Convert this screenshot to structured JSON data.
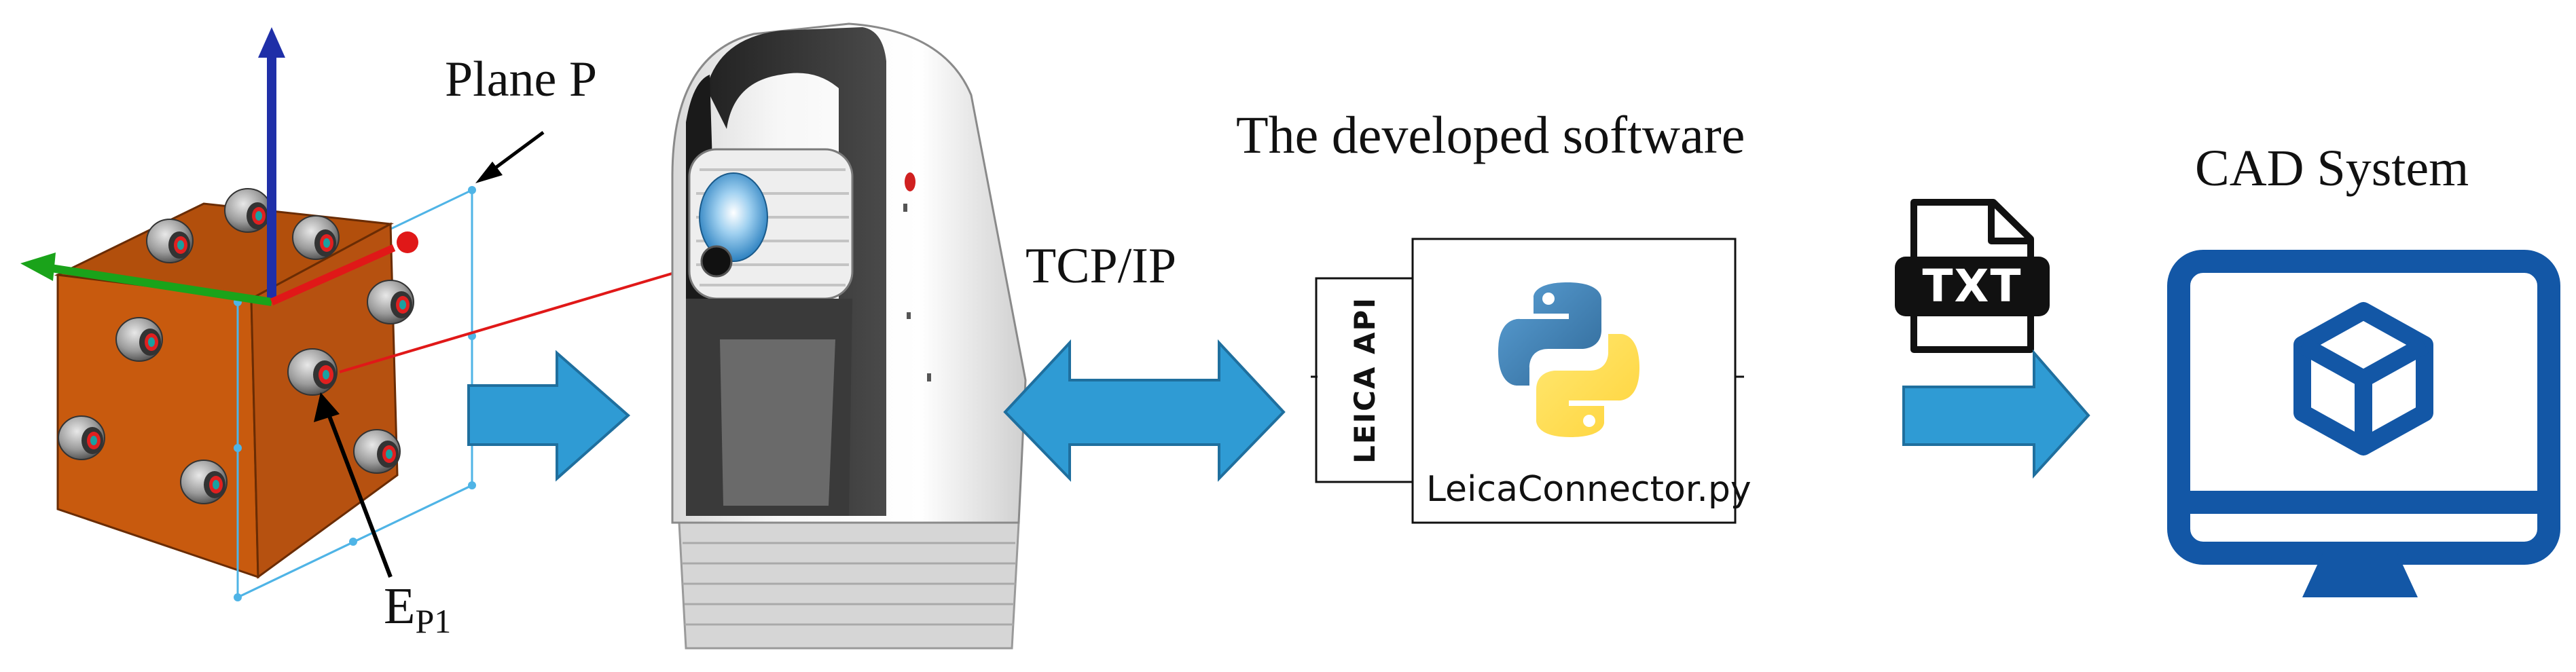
{
  "left_panel": {
    "plane_label": "Plane P",
    "point_label_main": "E",
    "point_label_sub": "P1"
  },
  "connection": {
    "protocol_label": "TCP/IP"
  },
  "software": {
    "title": "The developed software",
    "api_label": "LEICA API",
    "script_name": "LeicaConnector.py",
    "python_icon": "python-logo-icon"
  },
  "output": {
    "file_icon_text": "TXT",
    "file_icon": "txt-file-icon"
  },
  "cad": {
    "title": "CAD System",
    "icon": "monitor-cube-icon"
  },
  "colors": {
    "arrow_blue": "#2f9bd4",
    "arrow_stroke": "#1f6f9e",
    "cube_orange": "#c85a0e",
    "axis_blue": "#1f2fa8",
    "axis_green": "#1aa31a",
    "axis_red": "#e01818",
    "monitor_blue": "#1357a6",
    "python_blue": "#3670a0",
    "python_yellow": "#ffd43b"
  }
}
